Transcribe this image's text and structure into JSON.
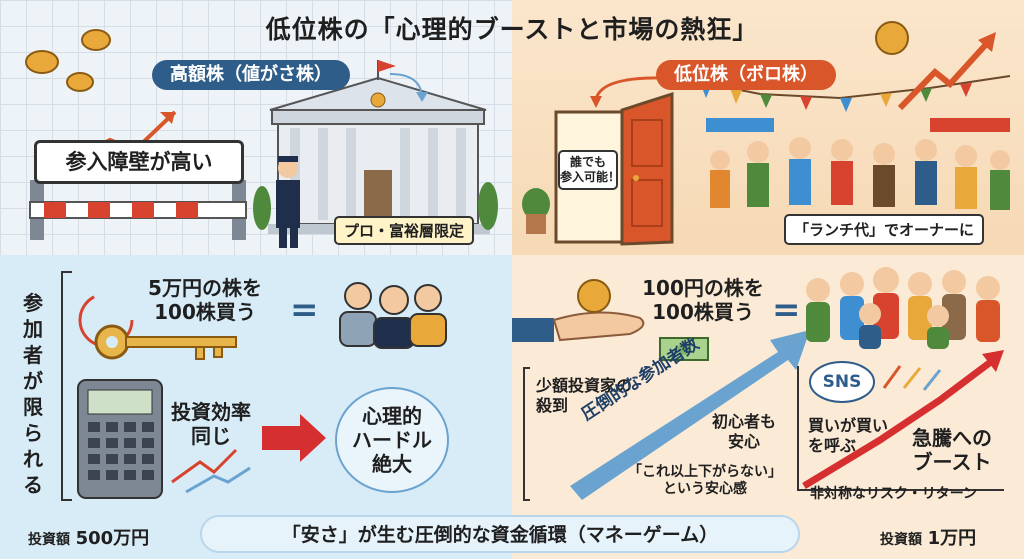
{
  "title": "低位株の「心理的ブーストと市場の熱狂」",
  "left": {
    "label": "高額株（値がさ株）",
    "barrier": "参入障壁が高い",
    "pro_tag": "プロ・富裕層限定",
    "vertical_note": "参加者が限られる",
    "purchase": [
      "5万円の株を",
      "100株買う"
    ],
    "equals": "=",
    "efficiency": [
      "投資効率",
      "同じ"
    ],
    "hurdle": [
      "心理的",
      "ハードル",
      "絶大"
    ],
    "amount_label": "投資額",
    "amount_value": "500万円"
  },
  "right": {
    "label": "低位株（ボロ株）",
    "door_sign": [
      "誰でも",
      "参入可能！"
    ],
    "lunch_tag": "「ランチ代」でオーナーに",
    "purchase": [
      "100円の株を",
      "100株買う"
    ],
    "equals": "=",
    "small_investors": [
      "少額投資家の",
      "殺到"
    ],
    "arrow_label": "圧倒的な参加者数",
    "beginners": [
      "初心者も",
      "安心"
    ],
    "floor": [
      "「これ以上下がらない」",
      "という安心感"
    ],
    "sns": "SNS",
    "buy_calls": [
      "買いが買い",
      "を呼ぶ"
    ],
    "boost": [
      "急騰への",
      "ブースト"
    ],
    "asymmetric": "非対称なリスク・リターン",
    "amount_label": "投資額",
    "amount_value": "1万円"
  },
  "footer": "「安さ」が生む圧倒的な資金循環（マネーゲーム）",
  "colors": {
    "left_accent": "#2f5d8a",
    "right_accent": "#d9552a",
    "arrow_red": "#d62f2f",
    "arrow_blue": "#6aa3cf"
  }
}
